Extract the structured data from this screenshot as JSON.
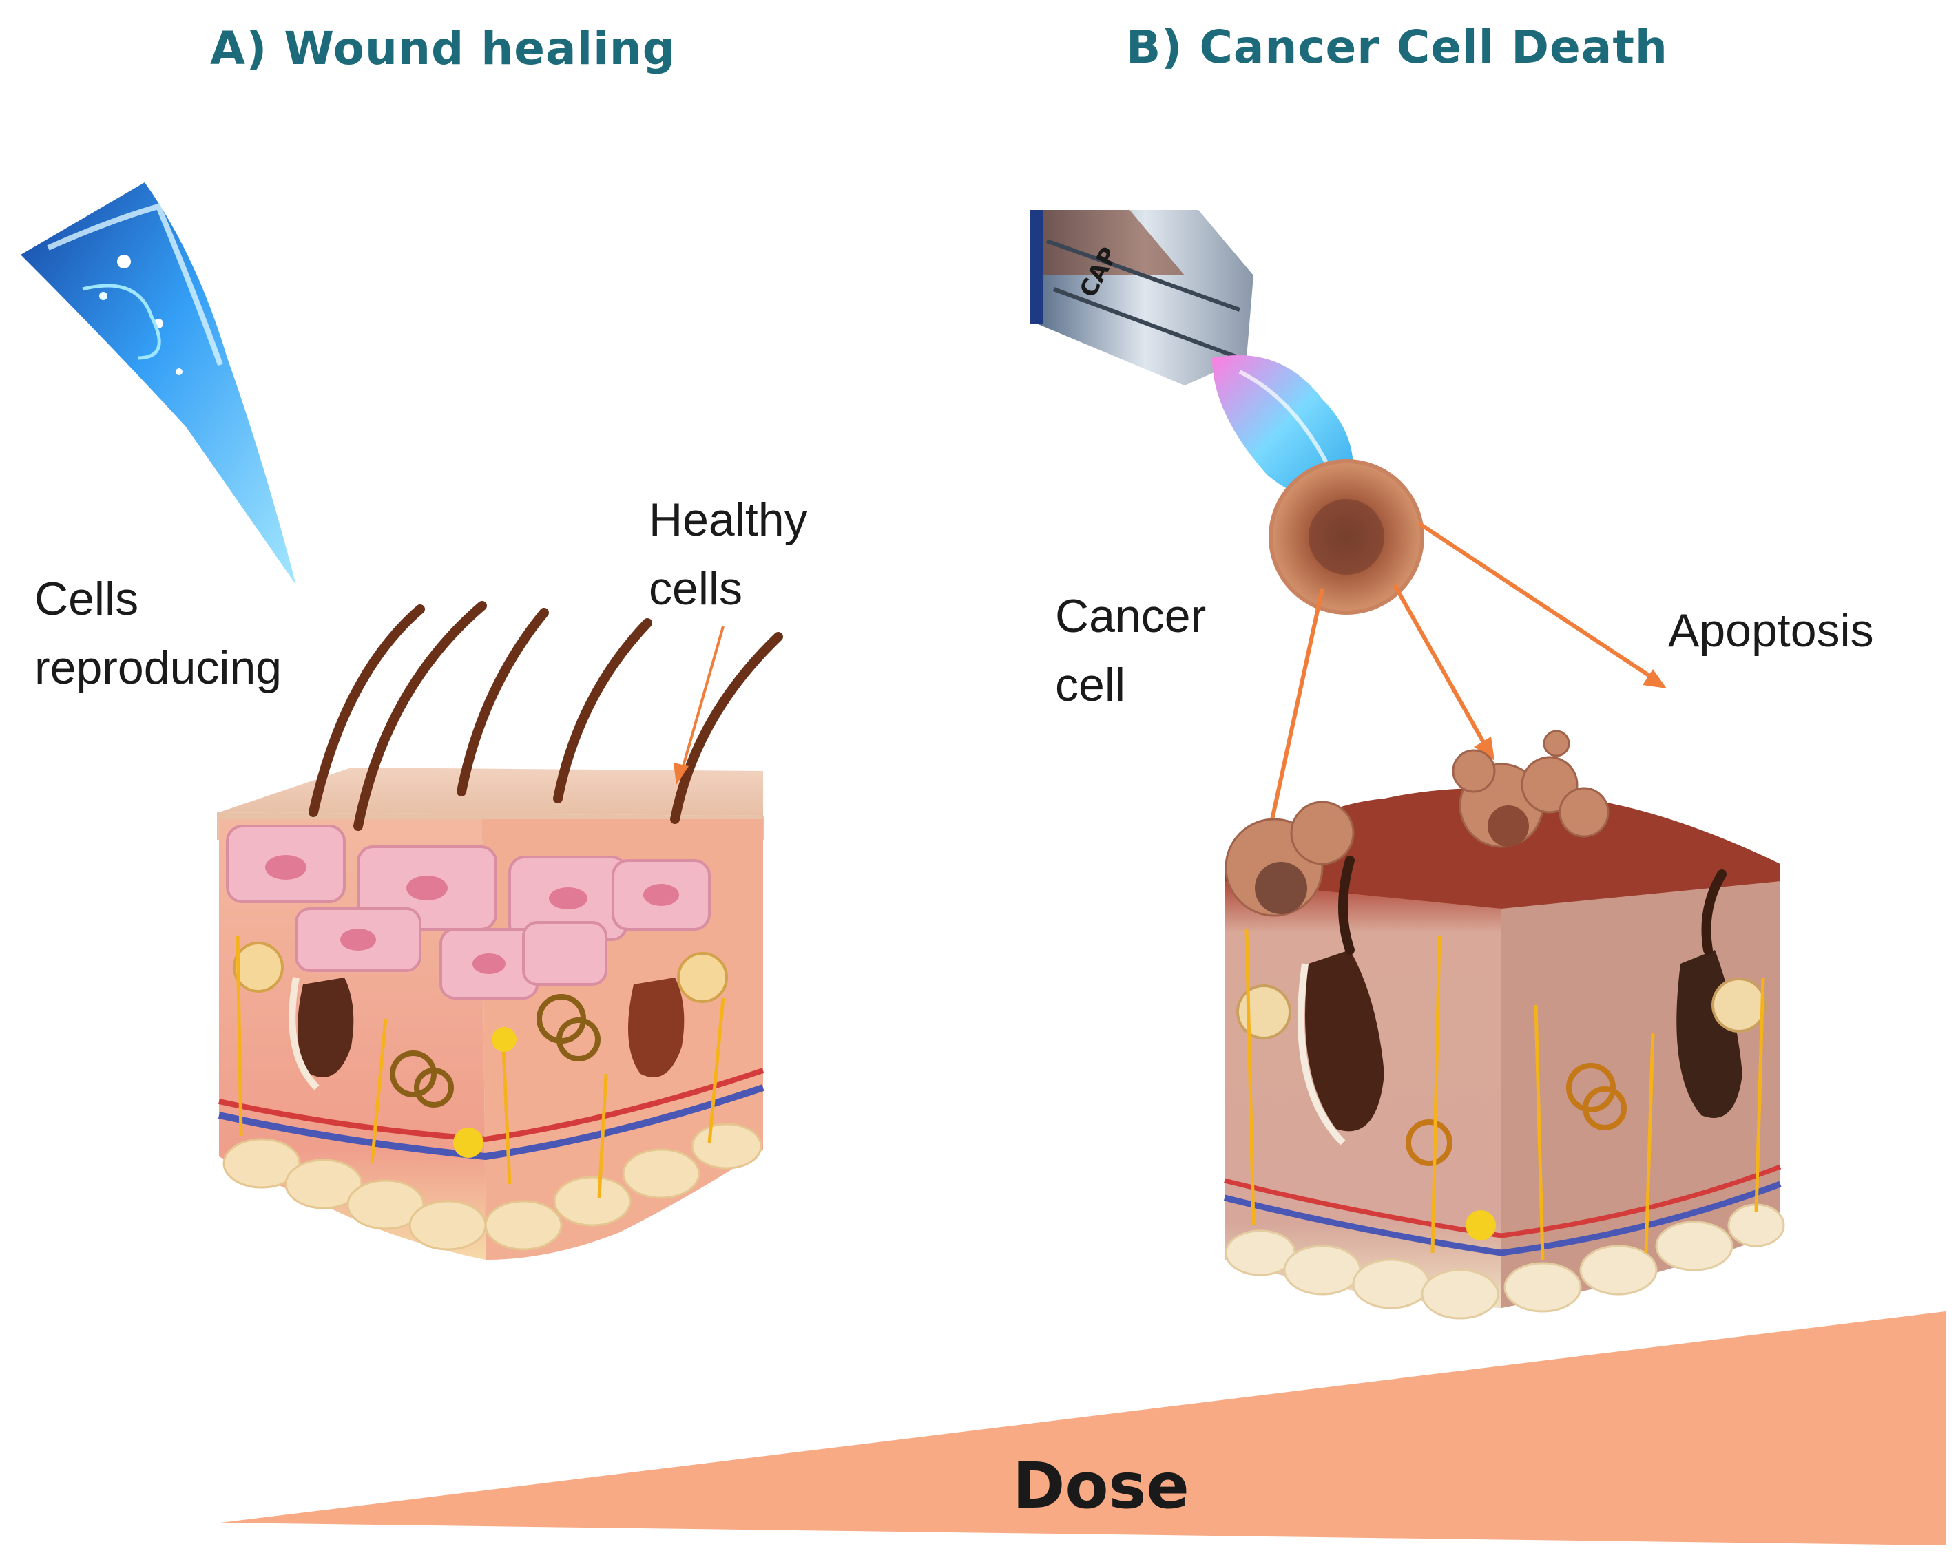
{
  "panel_a": {
    "title": "A) Wound healing",
    "label_cells_line1": "Cells",
    "label_cells_line2": "reproducing",
    "label_healthy_line1": "Healthy",
    "label_healthy_line2": "cells"
  },
  "panel_b": {
    "title": "B) Cancer Cell Death",
    "device_text": "CAP",
    "label_cancer_line1": "Cancer",
    "label_cancer_line2": "cell",
    "label_apoptosis": "Apoptosis"
  },
  "dose": {
    "label": "Dose"
  },
  "colors": {
    "title": "#1d6b7a",
    "arrow": "#f07d3a",
    "dose_wedge": "#f8aa84",
    "plasma": "#2a8ff0",
    "skin": "#f0b49a"
  }
}
